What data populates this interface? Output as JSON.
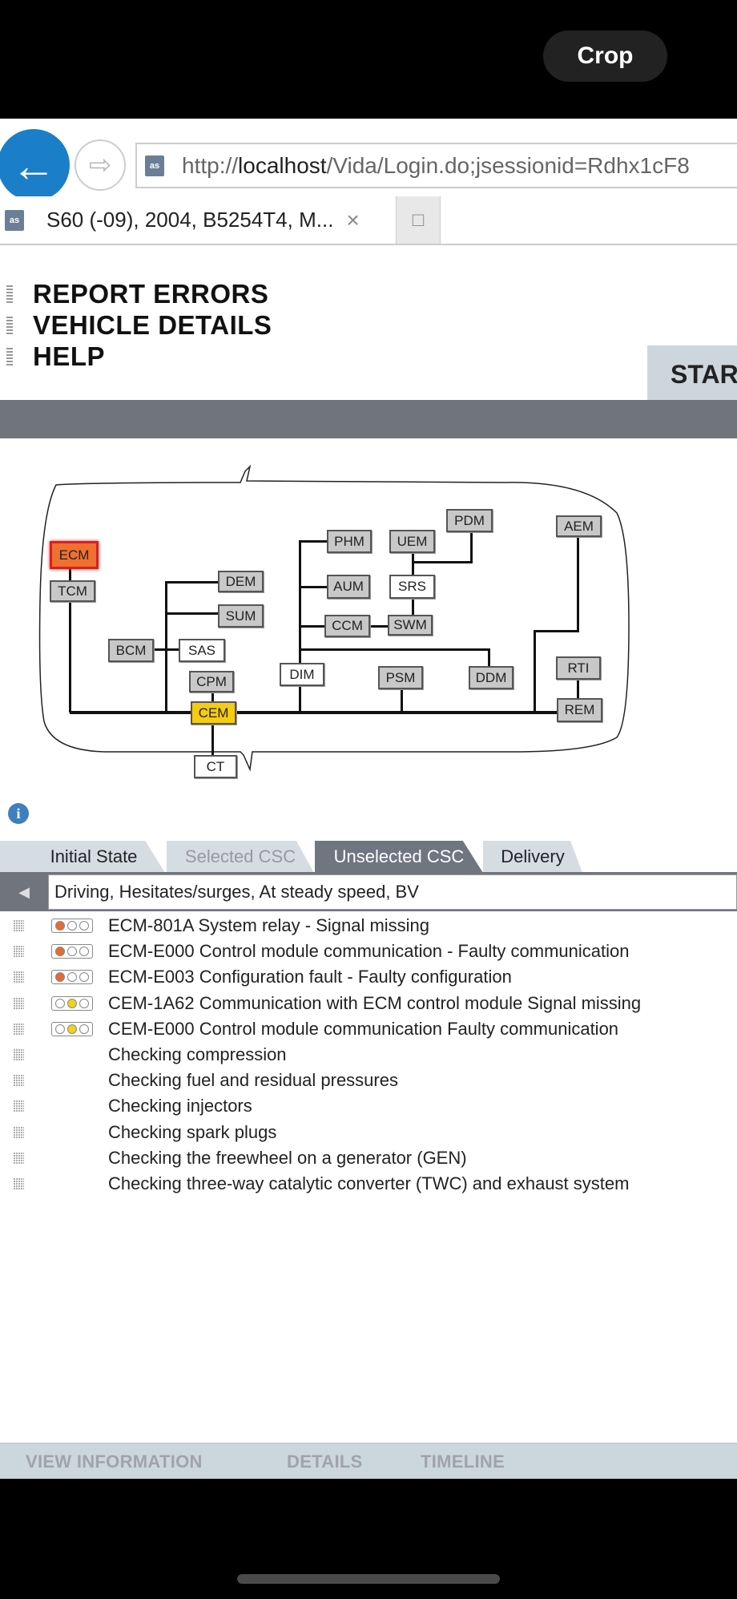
{
  "phone": {
    "crop_label": "Crop"
  },
  "browser": {
    "url_prefix": "http://",
    "url_host": "localhost",
    "url_rest": "/Vida/Login.do;jsessionid=Rdhx1cF8",
    "favicon_text": "as",
    "tab_title": "S60 (-09), 2004, B5254T4, M...",
    "tab_close": "×",
    "back_icon": "←",
    "forward_icon": "⇨"
  },
  "menu": {
    "items": [
      {
        "label": "REPORT ERRORS"
      },
      {
        "label": "VEHICLE DETAILS"
      },
      {
        "label": "HELP"
      }
    ],
    "start_tab": "STAR"
  },
  "diagram": {
    "modules": {
      "ECM": "ECM",
      "TCM": "TCM",
      "DEM": "DEM",
      "SUM": "SUM",
      "BCM": "BCM",
      "SAS": "SAS",
      "CPM": "CPM",
      "CEM": "CEM",
      "CT": "CT",
      "DIM": "DIM",
      "PHM": "PHM",
      "AUM": "AUM",
      "CCM": "CCM",
      "UEM": "UEM",
      "SRS": "SRS",
      "SWM": "SWM",
      "PDM": "PDM",
      "AEM": "AEM",
      "PSM": "PSM",
      "DDM": "DDM",
      "RTI": "RTI",
      "REM": "REM"
    },
    "colors": {
      "fault": "#f07030",
      "warning": "#f5cc10",
      "normal": "#c8c8c8"
    }
  },
  "info_icon": "i",
  "tabs": [
    {
      "label": "Initial State",
      "state": "normal"
    },
    {
      "label": "Selected CSC",
      "state": "disabled"
    },
    {
      "label": "Unselected CSC",
      "state": "active"
    },
    {
      "label": "Delivery",
      "state": "normal"
    }
  ],
  "complaint": {
    "value": "Driving, Hesitates/surges, At steady speed, BV"
  },
  "list": [
    {
      "text": "ECM-801A System relay - Signal missing",
      "status": "red"
    },
    {
      "text": "ECM-E000 Control module communication - Faulty communication",
      "status": "red"
    },
    {
      "text": "ECM-E003 Configuration fault - Faulty configuration",
      "status": "red"
    },
    {
      "text": "CEM-1A62 Communication with ECM control module Signal missing",
      "status": "yellow"
    },
    {
      "text": "CEM-E000 Control module communication Faulty communication",
      "status": "yellow"
    },
    {
      "text": "Checking compression",
      "status": ""
    },
    {
      "text": "Checking fuel and residual pressures",
      "status": ""
    },
    {
      "text": "Checking injectors",
      "status": ""
    },
    {
      "text": "Checking spark plugs",
      "status": ""
    },
    {
      "text": "Checking the freewheel on a generator (GEN)",
      "status": ""
    },
    {
      "text": "Checking three-way catalytic converter (TWC) and exhaust system",
      "status": ""
    }
  ],
  "status_colors": {
    "red": "#e86a30",
    "yellow": "#f2d21a"
  },
  "bottom": {
    "view_information": "VIEW INFORMATION",
    "details": "DETAILS",
    "timeline": "TIMELINE"
  }
}
